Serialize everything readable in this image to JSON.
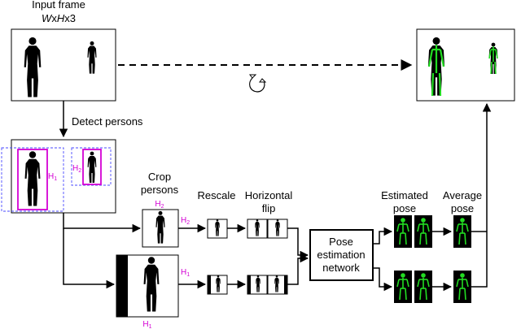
{
  "labels": {
    "input_line1": "Input frame",
    "input_line2_w": "W",
    "input_line2_x1": "x",
    "input_line2_h": "H",
    "input_line2_x2": "x3",
    "detect": "Detect persons",
    "crop_line1": "Crop",
    "crop_line2": "persons",
    "rescale": "Rescale",
    "hflip_line1": "Horizontal",
    "hflip_line2": "flip",
    "network_line1": "Pose",
    "network_line2": "estimation",
    "network_line3": "network",
    "estimated_line1": "Estimated",
    "estimated_line2": "pose",
    "average_line1": "Average",
    "average_line2": "pose"
  },
  "dims": {
    "h1": "H1",
    "h2": "H2",
    "h_letter": "H",
    "sub1": "1",
    "sub2": "2"
  },
  "icons": {
    "rotate": "rotate-arrow-icon",
    "person": "person-silhouette-icon",
    "skeleton": "pose-skeleton-icon"
  },
  "colors": {
    "magenta": "#d400d4",
    "blue_dashed": "#4a4aff",
    "pose_green": "#22dd22",
    "black": "#000000"
  }
}
